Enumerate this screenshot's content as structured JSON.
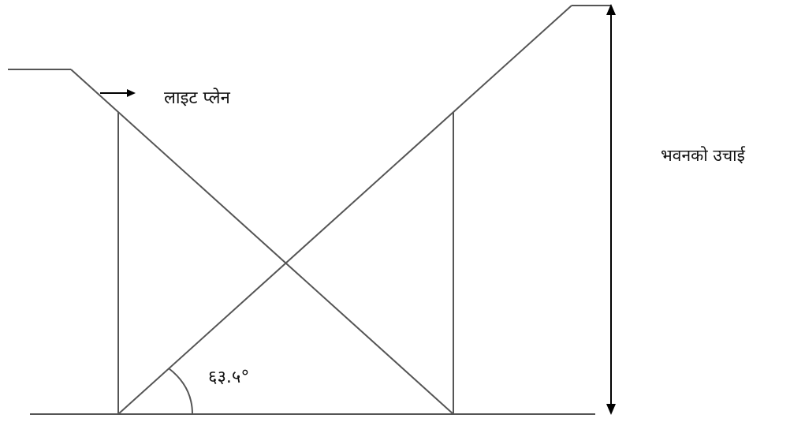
{
  "labels": {
    "light_plane": "लाइट प्लेन",
    "building_height": "भवनको उचाई",
    "angle": "६३.५°"
  },
  "colors": {
    "line": "#555555",
    "arrow": "#000000",
    "text": "#111111"
  }
}
